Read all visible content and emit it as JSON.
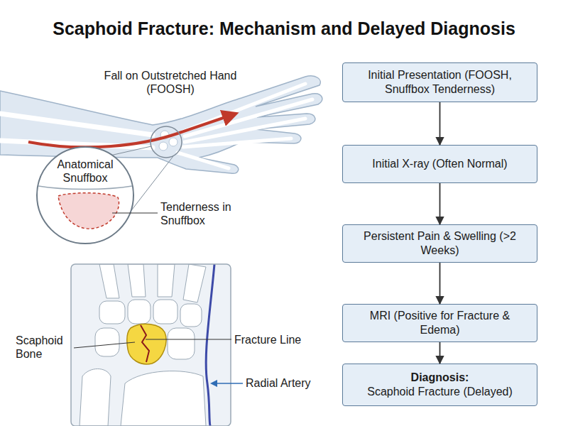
{
  "diagram": {
    "title": "Scaphoid Fracture: Mechanism and Delayed Diagnosis",
    "nodes": [
      {
        "text": [
          "Initial Presentation (FOOSH, Snuffbox Tenderness)"
        ]
      },
      {
        "text": [
          "Initial X-ray (Often Normal)"
        ]
      },
      {
        "text": [
          "Persistent Pain & Swelling (>2 Weeks)"
        ]
      },
      {
        "text": [
          "MRI (Positive for Fracture & Edema)"
        ]
      },
      {
        "text": [
          "Diagnosis:",
          "Scaphoid Fracture (Delayed)"
        ]
      }
    ],
    "edges": [
      {
        "from": 0,
        "to": 1,
        "arrow": "to"
      },
      {
        "from": 1,
        "to": 2,
        "arrow": "to"
      },
      {
        "from": 2,
        "to": 3,
        "arrow": "to"
      },
      {
        "from": 3,
        "to": 4,
        "arrow": "to"
      }
    ],
    "labels": [
      "Fall on Outstretched Hand (FOOSH)",
      "Anatomical Snuffbox",
      "Tenderness in Snuffbox",
      "Scaphoid Bone",
      "Fracture Line",
      "Radial Artery"
    ]
  }
}
